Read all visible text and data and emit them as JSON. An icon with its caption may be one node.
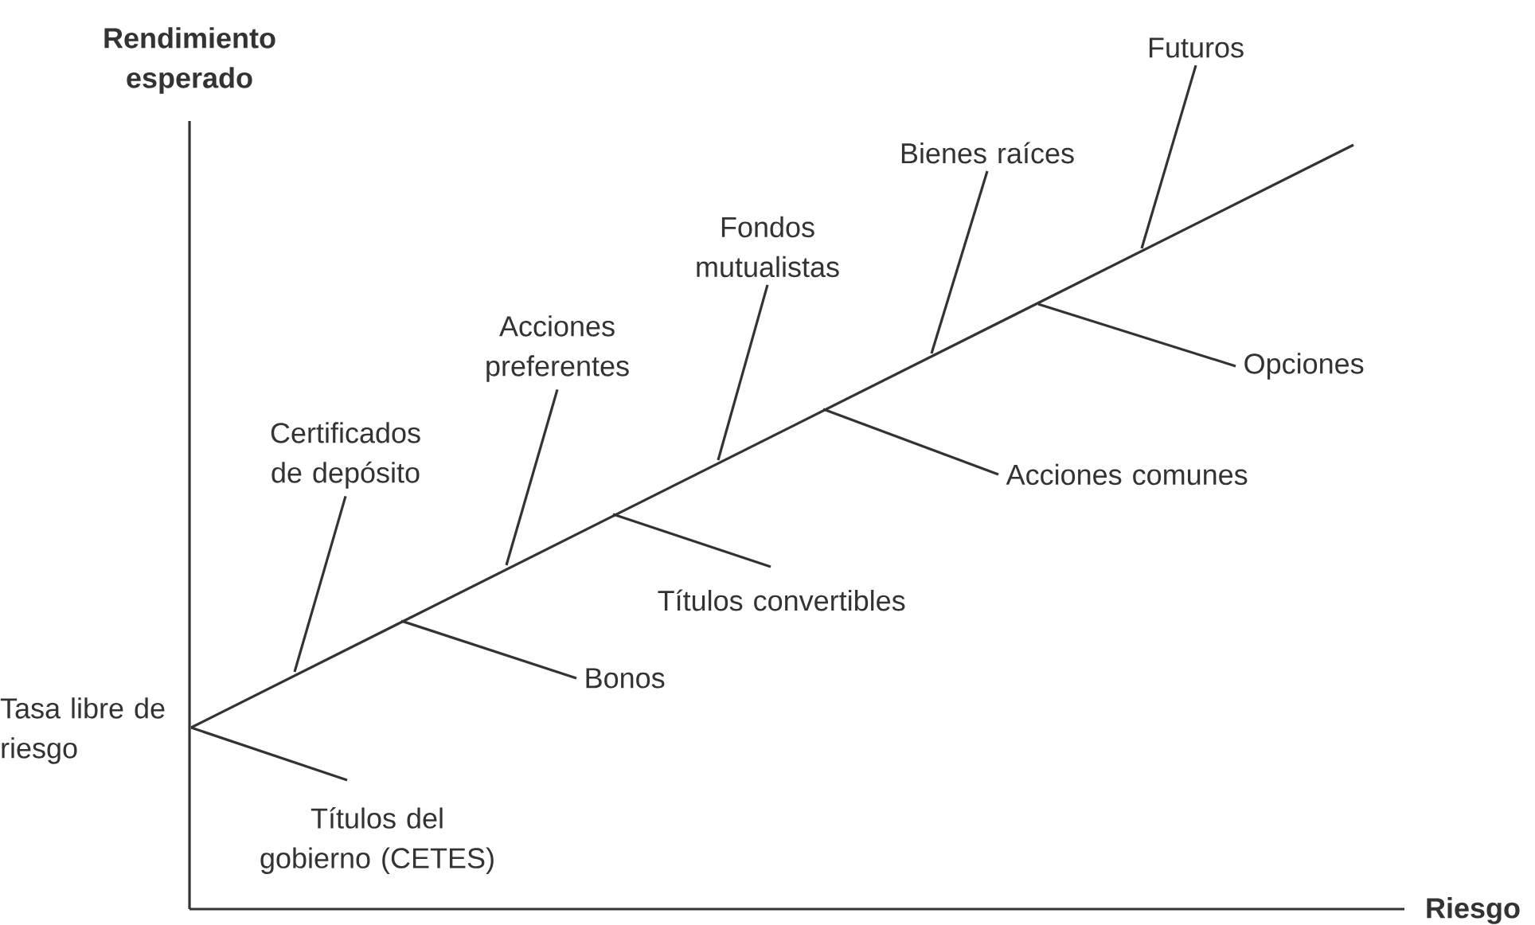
{
  "diagram": {
    "nodes": [
      {
        "text": [
          "Títulos del gobierno (CETES)"
        ]
      },
      {
        "text": [
          "Certificados de depósito"
        ]
      },
      {
        "text": [
          "Bonos"
        ]
      },
      {
        "text": [
          "Acciones preferentes"
        ]
      },
      {
        "text": [
          "Títulos convertibles"
        ]
      },
      {
        "text": [
          "Fondos mutualistas"
        ]
      },
      {
        "text": [
          "Acciones comunes"
        ]
      },
      {
        "text": [
          "Bienes raíces"
        ]
      },
      {
        "text": [
          "Opciones"
        ]
      },
      {
        "text": [
          "Futuros"
        ]
      }
    ],
    "edges": [
      {
        "from": 0,
        "to": null,
        "arrow": "none"
      },
      {
        "from": 1,
        "to": null,
        "arrow": "none"
      },
      {
        "from": 2,
        "to": null,
        "arrow": "none"
      },
      {
        "from": 3,
        "to": null,
        "arrow": "none"
      },
      {
        "from": 4,
        "to": null,
        "arrow": "none"
      },
      {
        "from": 5,
        "to": null,
        "arrow": "none"
      },
      {
        "from": 6,
        "to": null,
        "arrow": "none"
      },
      {
        "from": 7,
        "to": null,
        "arrow": "none"
      },
      {
        "from": 8,
        "to": null,
        "arrow": "none"
      },
      {
        "from": 9,
        "to": null,
        "arrow": "none"
      }
    ],
    "labels": [
      "Rendimiento esperado",
      "Tasa libre de riesgo",
      "Riesgo"
    ]
  }
}
